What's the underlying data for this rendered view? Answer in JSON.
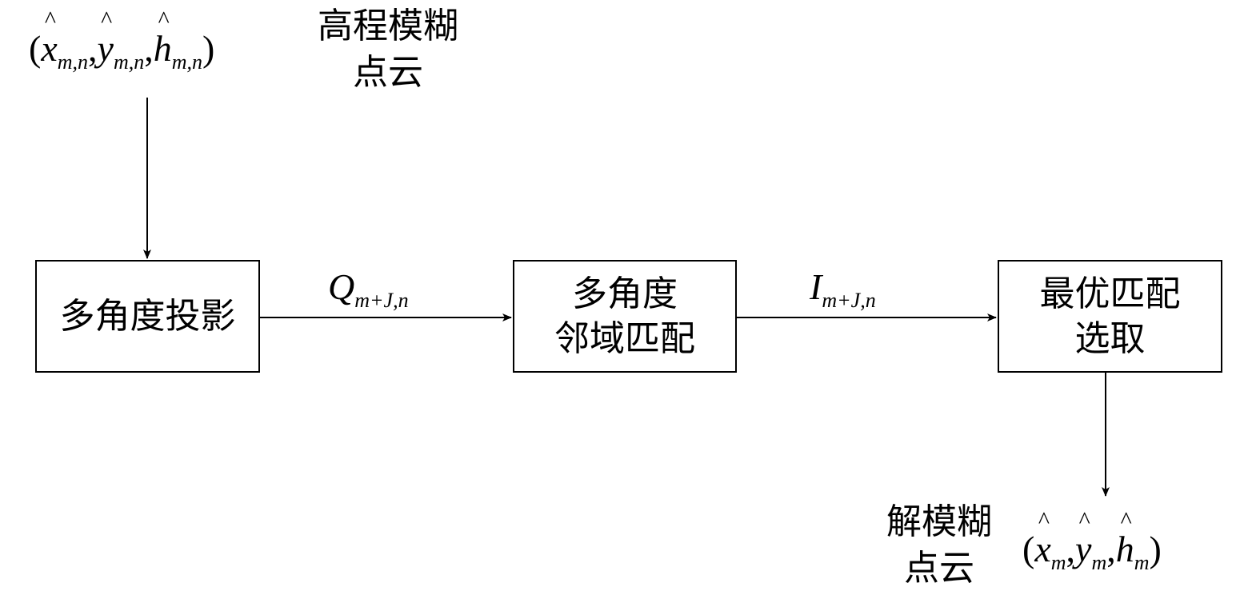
{
  "input": {
    "label_line1": "高程模糊",
    "label_line2": "点云",
    "math": {
      "open": "(",
      "x": "x",
      "y": "y",
      "h": "h",
      "sub": "m,n",
      "sep": ",",
      "close": ")"
    }
  },
  "boxes": [
    {
      "lines": [
        "多角度投影"
      ]
    },
    {
      "lines": [
        "多角度",
        "邻域匹配"
      ]
    },
    {
      "lines": [
        "最优匹配",
        "选取"
      ]
    }
  ],
  "edges": [
    {
      "symbol": "Q",
      "sub": "m+J,n"
    },
    {
      "symbol": "I",
      "sub": "m+J,n"
    }
  ],
  "output": {
    "label_line1": "解模糊",
    "label_line2": "点云",
    "math": {
      "open": "(",
      "x": "x",
      "y": "y",
      "h": "h",
      "sub": "m",
      "sep": ",",
      "close": ")"
    }
  }
}
